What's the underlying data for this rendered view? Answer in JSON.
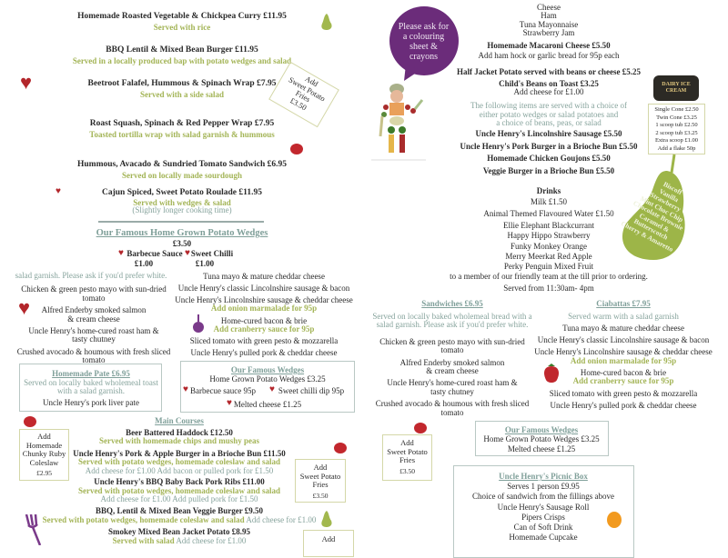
{
  "colors": {
    "text": "#2a2a2a",
    "green": "#a3b456",
    "teal": "#86a39c",
    "purple": "#6b2c7a",
    "red": "#b3262b"
  },
  "veg_mains": [
    {
      "name": "Homemade Roasted Vegetable & Chickpea Curry £11.95",
      "desc": "Served with rice"
    },
    {
      "name": "BBQ Lentil & Mixed Bean Burger  £11.95",
      "desc": "Served in a locally produced bap with potato wedges and salad"
    },
    {
      "name": "Beetroot Falafel, Hummous & Spinach Wrap  £7.95",
      "desc": "Served with a side salad"
    },
    {
      "name": "Roast Squash, Spinach & Red Pepper Wrap  £7.95",
      "desc": "Toasted tortilla wrap with salad garnish & hummous"
    },
    {
      "name": "Hummous, Avacado & Sundried Tomato Sandwich £6.95",
      "desc": "Served on locally made sourdough"
    },
    {
      "name": "Cajun Spiced, Sweet Potato Roulade £11.95",
      "desc": "Served with wedges & salad",
      "note": "(Slightly longer cooking time)"
    }
  ],
  "rotated_addon": {
    "l1": "Add",
    "l2": "Sweet Potato",
    "l3": "Fries",
    "price": "£3.50"
  },
  "wedges_top": {
    "title": "Our Famous Home Grown Potato Wedges",
    "price": "£3.50",
    "sauce1": "Barbecue Sauce",
    "sauce1_price": "£1.00",
    "sauce2": "Sweet Chilli",
    "sauce2_price": "£1.00"
  },
  "left_sandwiches": {
    "cut_line": "salad garnish. Please ask if you'd prefer white.",
    "items": [
      "Chicken & green pesto mayo with sun-dried",
      "tomato",
      "Alfred Enderby smoked salmon",
      "& cream cheese",
      "Uncle Henry's home-cured roast ham &",
      "tasty chutney",
      "Crushed avocado & houmous with fresh sliced",
      "tomato"
    ]
  },
  "left_ciabattas": {
    "items": [
      "Tuna mayo & mature cheddar cheese",
      "Uncle Henry's classic Lincolnshire sausage & bacon",
      "Uncle Henry's Lincolnshire sausage & cheddar cheese",
      "Add onion marmalade for 95p",
      "Home-cured bacon & brie",
      "Add cranberry sauce for 95p",
      "Sliced tomato with green pesto & mozzarella",
      "Uncle Henry's pulled pork & cheddar cheese"
    ]
  },
  "pate_box": {
    "title": "Homemade Pate £6.95",
    "desc1": "Served on locally baked wholemeal toast",
    "desc2": "with a salad garnish.",
    "item": "Uncle Henry's pork liver pate"
  },
  "wedges_box_left": {
    "title": "Our Famous Wedges",
    "item": "Home Grown Potato Wedges £3.25",
    "dip1": "Barbecue sauce 95p",
    "dip2": "Sweet chilli dip 95p",
    "dip3": "Melted cheese £1.25"
  },
  "coleslaw_box": {
    "l1": "Add",
    "l2": "Homemade",
    "l3": "Chunky Ruby",
    "l4": "Coleslaw",
    "price": "£2.95"
  },
  "main_courses": {
    "title": "Main Courses",
    "items": [
      {
        "name": "Beer Battered Haddock £12.50",
        "desc": "Served with homemade chips and mushy peas"
      },
      {
        "name": "Uncle Henry's Pork & Apple Burger in a Brioche Bun £11.50",
        "desc": "Served with potato wedges, homemade coleslaw and salad",
        "extra": "Add cheese for £1.00 Add bacon or pulled pork for £1.50"
      },
      {
        "name": "Uncle Henry's BBQ Baby Back Pork Ribs £11.00",
        "desc": "Served with potato wedges, homemade coleslaw and salad",
        "extra": "Add cheese for £1.00 Add pulled pork for £1.50"
      },
      {
        "name": "BBQ, Lentil & Mixed Bean Veggie Burger £9.50",
        "desc": "Served with potato wedges, homemade coleslaw and salad",
        "extra": " Add cheese for £1.00"
      },
      {
        "name": "Smokey Mixed Bean Jacket Potato £8.95",
        "desc": "Served with salad",
        "extra": " Add cheese for £1.00"
      }
    ]
  },
  "fries_box_main": {
    "l1": "Add",
    "l2": "Sweet Potato",
    "l3": "Fries",
    "price": "£3.50"
  },
  "cut_box_label": "Add",
  "kids": {
    "fillings": [
      "Cheese",
      "Ham",
      "Tuna Mayonnaise",
      "Strawberry Jam"
    ],
    "macaroni": "Homemade Macaroni Cheese £5.50",
    "macaroni_extra": "Add ham hock or garlic bread for 95p each",
    "jacket": "Half Jacket Potato served with beans or cheese £5.25",
    "beans": "Child's Beans on Toast £3.25",
    "beans_extra": "Add cheese for £1.00",
    "note": [
      "The following items are served with a choice of",
      "either potato wedges or salad potatoes and",
      "a choice of beans, peas, or salad"
    ],
    "items": [
      "Uncle Henry's Lincolnshire Sausage £5.50",
      "Uncle Henry's Pork Burger in a Brioche Bun £5.50",
      "Homemade Chicken Goujons £5.50",
      "Veggie Burger in a Brioche Bun £5.50"
    ]
  },
  "bubble": {
    "l1": "Please ask for",
    "l2": "a colouring",
    "l3": "sheet &",
    "l4": "crayons"
  },
  "drinks": {
    "title": "Drinks",
    "milk": "Milk £1.50",
    "water": "Animal Themed Flavoured Water £1.50",
    "flavours": [
      "Ellie Elephant Blackcurrant",
      "Happy Hippo Strawberry",
      "Funky Monkey Orange",
      "Merry Meerkat Red Apple",
      "Perky Penguin Mixed Fruit"
    ]
  },
  "order_note": "to a member of our friendly team at the till prior to ordering.",
  "served_from": "Served from 11:30am- 4pm",
  "ice_cream": {
    "logo": "DAIRY ICE CREAM",
    "prices": [
      "Single Cone £2.50",
      "Twin Cone £3.25",
      "1 scoop tub £2.50",
      "2 scoop tub £3.25",
      "Extra scoop £1.00",
      "Add a flake 50p"
    ],
    "flavours": [
      "Biscoff",
      "Vanilla",
      "Strawberry",
      "Mint Choc Chip",
      "Chocolate Brownie",
      "Caramel &",
      "Butterscotch",
      "Cherry & Amaretto"
    ]
  },
  "sandwiches": {
    "title": "Sandwiches £6.95",
    "desc1": "Served on locally baked wholemeal bread with a",
    "desc2": "salad garnish. Please ask if you'd prefer white.",
    "items": [
      "Chicken & green pesto mayo with sun-dried",
      "tomato",
      "Alfred Enderby smoked salmon",
      "& cream cheese",
      "Uncle Henry's home-cured roast ham &",
      "tasty chutney",
      "Crushed avocado & houmous with fresh sliced",
      "tomato"
    ]
  },
  "ciabattas": {
    "title": "Ciabattas £7.95",
    "desc": "Served warm with a salad garnish",
    "items": [
      "Tuna mayo & mature cheddar cheese",
      "Uncle Henry's classic Lincolnshire sausage & bacon",
      "Uncle Henry's Lincolnshire sausage & cheddar cheese",
      "Add onion marmalade for 95p",
      "Home-cured bacon & brie",
      "Add cranberry sauce for 95p",
      "Sliced tomato with green pesto & mozzarella",
      "Uncle Henry's pulled pork & cheddar cheese"
    ]
  },
  "wedges_box_right": {
    "title": "Our Famous Wedges",
    "item": "Home Grown Potato Wedges £3.25",
    "extra": "Melted cheese £1.25"
  },
  "fries_box_right": {
    "l1": "Add",
    "l2": "Sweet Potato",
    "l3": "Fries",
    "price": "£3.50"
  },
  "picnic": {
    "title": "Uncle Henry's Picnic Box",
    "items": [
      "Serves 1 person £9.95",
      "Choice of sandwich from the fillings above",
      "Uncle Henry's Sausage Roll",
      "Pipers Crisps",
      "Can of Soft Drink",
      "Homemade Cupcake"
    ]
  }
}
